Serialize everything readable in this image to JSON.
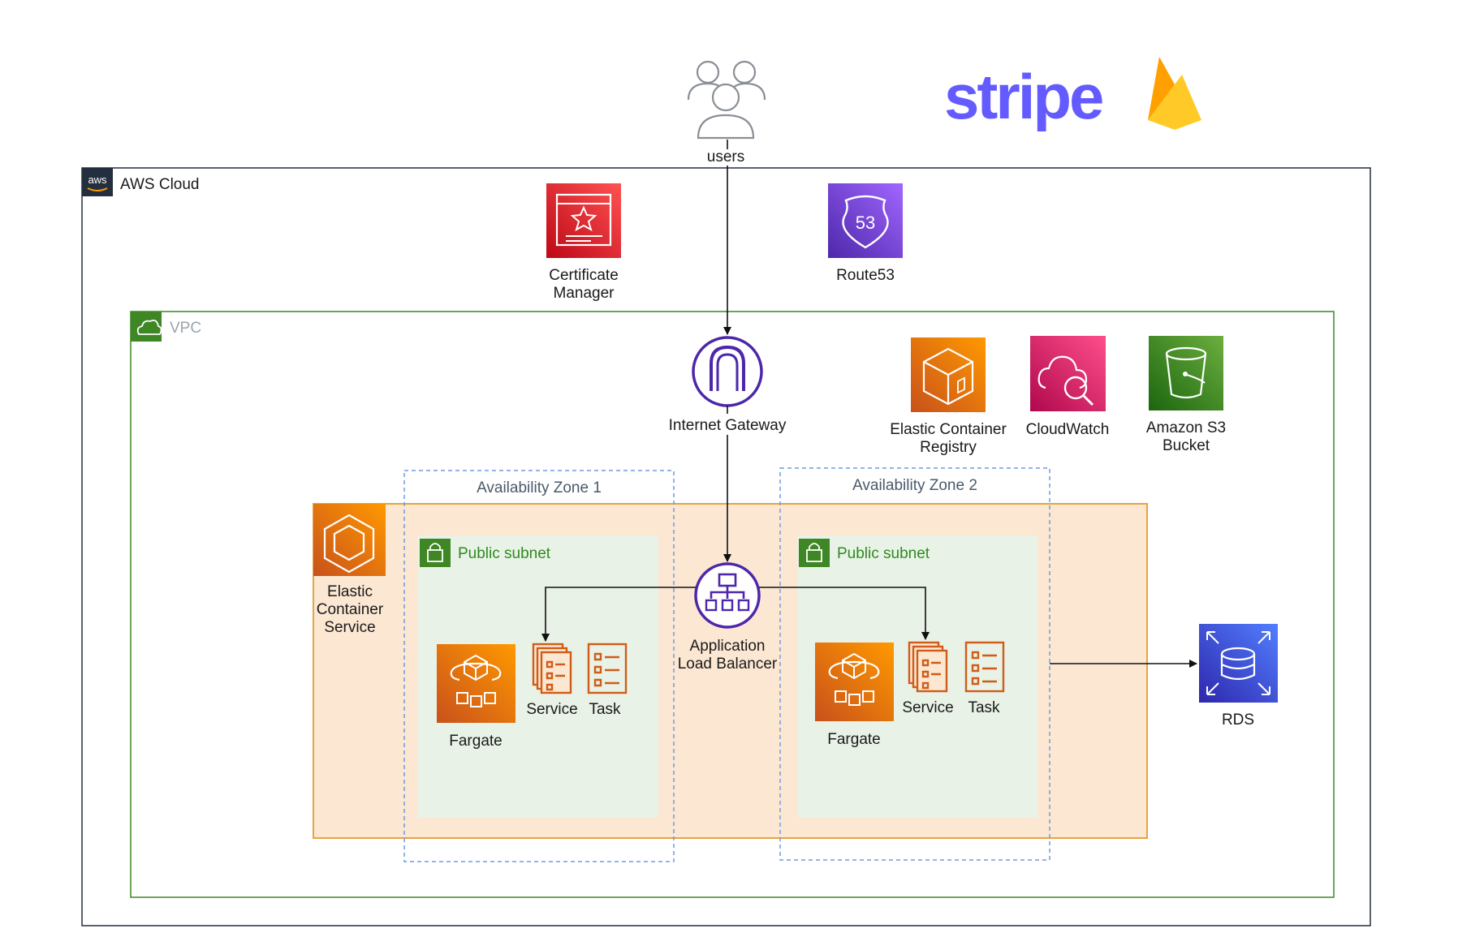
{
  "logos": {
    "stripe": "stripe",
    "firebase": "firebase-logo"
  },
  "users": {
    "label": "users"
  },
  "aws_cloud": {
    "label": "AWS Cloud",
    "badge": "aws"
  },
  "certificate_manager": {
    "line1": "Certificate",
    "line2": "Manager"
  },
  "route53": {
    "label": "Route53",
    "badge": "53"
  },
  "vpc": {
    "label": "VPC"
  },
  "internet_gateway": {
    "label": "Internet Gateway"
  },
  "ecr": {
    "line1": "Elastic Container",
    "line2": "Registry"
  },
  "cloudwatch": {
    "label": "CloudWatch"
  },
  "s3": {
    "line1": "Amazon S3",
    "line2": "Bucket"
  },
  "az1": {
    "label": "Availability Zone 1"
  },
  "az2": {
    "label": "Availability Zone 2"
  },
  "ecs": {
    "line1": "Elastic",
    "line2": "Container",
    "line3": "Service"
  },
  "subnet1": {
    "label": "Public subnet"
  },
  "subnet2": {
    "label": "Public subnet"
  },
  "alb": {
    "line1": "Application",
    "line2": "Load Balancer"
  },
  "zone1": {
    "fargate": "Fargate",
    "service": "Service",
    "task": "Task"
  },
  "zone2": {
    "fargate": "Fargate",
    "service": "Service",
    "task": "Task"
  },
  "rds": {
    "label": "RDS"
  },
  "colors": {
    "aws_border": "#232f3e",
    "vpc_green": "#3f8624",
    "ecs_orange": "#ed7100",
    "purple": "#4d27aa",
    "red": "#d6242d",
    "pink": "#e7157b",
    "s3_green": "#3f8624",
    "rds_blue": "#3334b9",
    "stripe": "#635bff"
  }
}
